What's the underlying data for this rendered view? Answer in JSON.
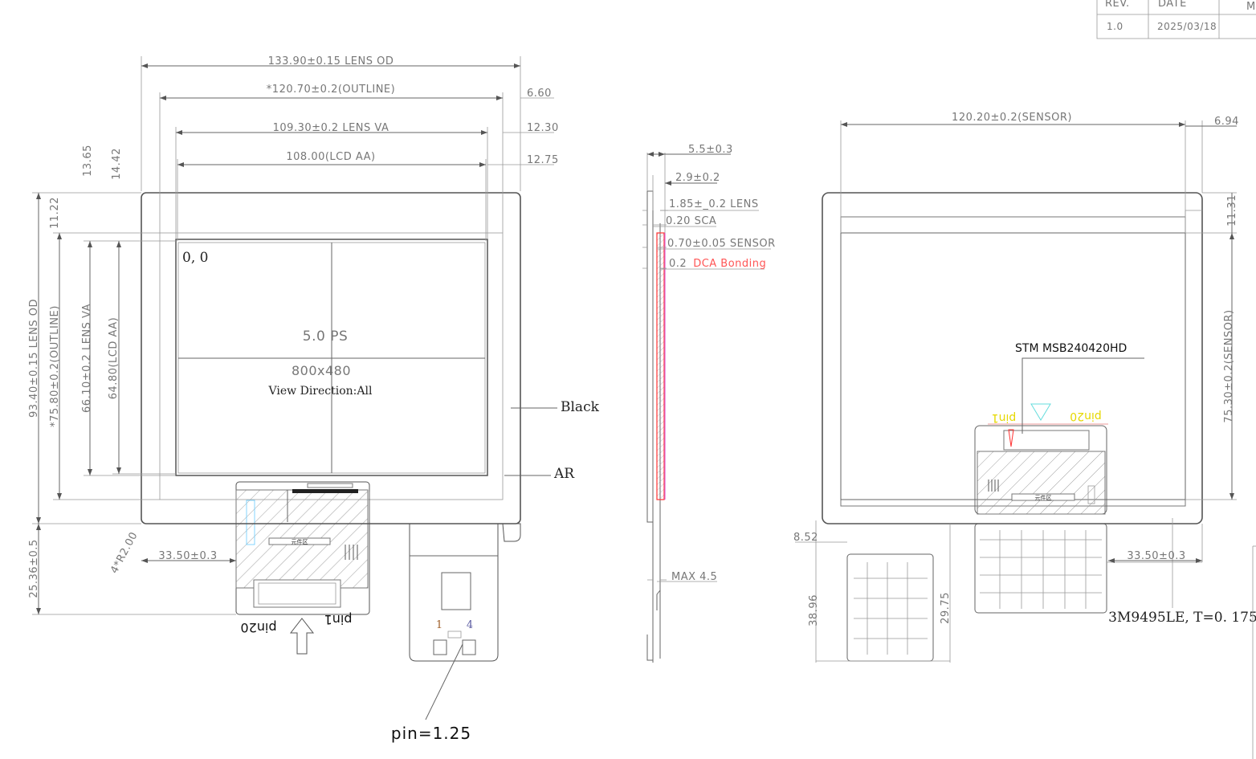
{
  "title_block": {
    "rev_header": "REV.",
    "date_header": "DATE",
    "m_header": "M",
    "rev": "1.0",
    "date": "2025/03/18"
  },
  "front_view": {
    "dim_lens_od_w": "133.90±0.15 LENS OD",
    "dim_outline_w": "*120.70±0.2(OUTLINE)",
    "dim_lens_va_w": "109.30±0.2 LENS VA",
    "dim_lcd_aa_w": "108.00(LCD AA)",
    "dim_6_60": "6.60",
    "dim_12_30": "12.30",
    "dim_12_75": "12.75",
    "dim_lens_od_h": "93.40±0.15 LENS OD",
    "dim_outline_h": "*75.80±0.2(OUTLINE)",
    "dim_lens_va_h": "66.10±0.2 LENS VA",
    "dim_lcd_aa_h": "64.80(LCD AA)",
    "dim_13_65": "13.65",
    "dim_14_42": "14.42",
    "dim_11_22": "11.22",
    "dim_tail": "25.36±0.5",
    "dim_radius": "4*R2.00",
    "dim_fpc_offset": "33.50±0.3",
    "origin": "0, 0",
    "panel_type": "5.0 PS",
    "resolution": "800x480",
    "view_direction": "View Direction:All",
    "label_black": "Black",
    "label_ar": "AR",
    "pin20": "pin20",
    "pin1": "pin1",
    "component_area": "元件区",
    "tail_pin_1": "1",
    "tail_pin_4": "4",
    "pin_pitch": "pin=1.25"
  },
  "side_view": {
    "dim_total": "5.5±0.3",
    "dim_2_9": "2.9±0.2",
    "dim_lens": "1.85±_0.2 LENS",
    "dim_sca": "0.20 SCA",
    "dim_sensor": "0.70±0.05 SENSOR",
    "dim_dca_value": "0.2",
    "dim_dca_label": "DCA Bonding",
    "dim_max": "MAX 4.5"
  },
  "back_view": {
    "dim_sensor_w": "120.20±0.2(SENSOR)",
    "dim_6_94": "6.94",
    "dim_11_31": "11.31",
    "dim_sensor_h": "75.30±0.2(SENSOR)",
    "ic_label": "STM MSB240420HD",
    "pin1": "pin1",
    "pin20": "pin20",
    "component_area": "元件区",
    "dim_8_52": "8.52",
    "dim_38_96": "38.96",
    "dim_29_75": "29.75",
    "dim_fpc_offset": "33.50±0.3",
    "tape_label": "3M9495LE, T=0. 175"
  },
  "colors": {
    "line": "#666666",
    "dca": "#ff3333",
    "pin_label": "#e6d800",
    "marker": "#66dddd"
  }
}
